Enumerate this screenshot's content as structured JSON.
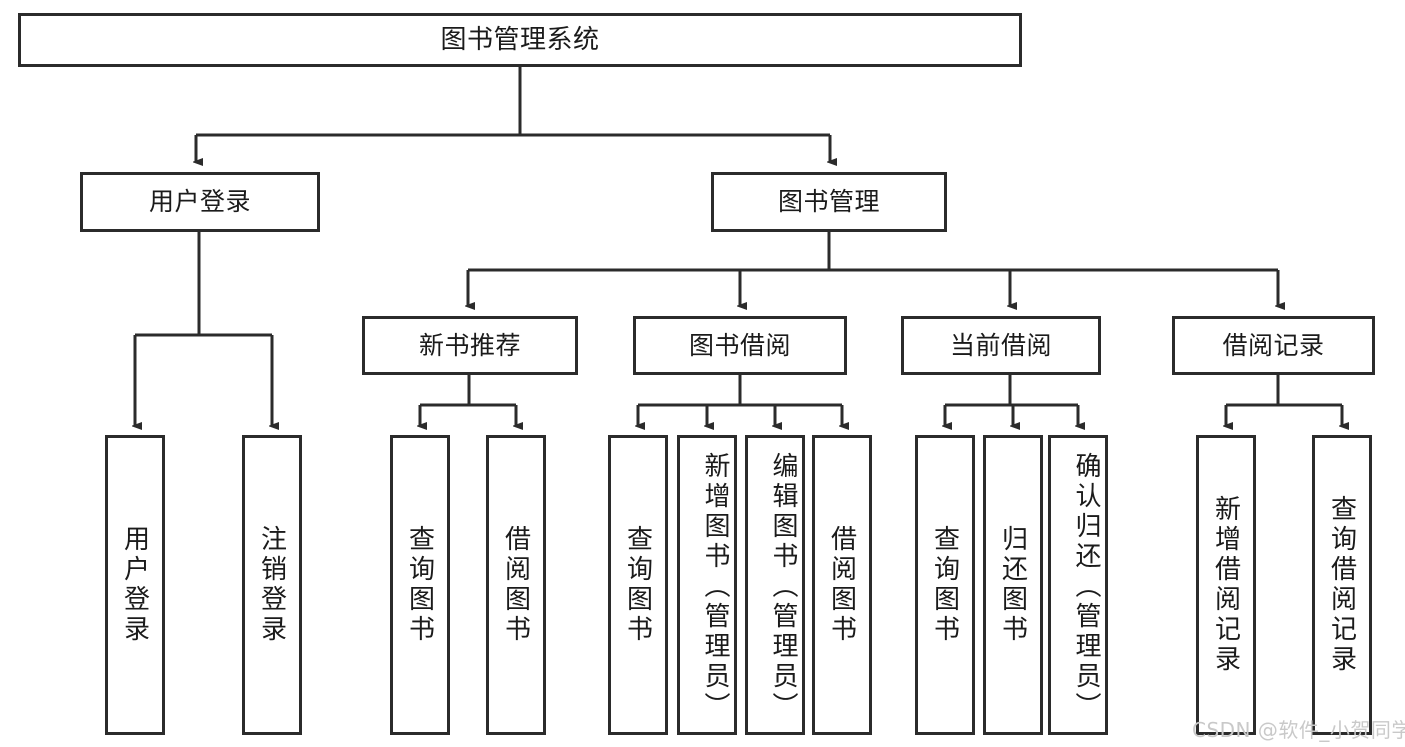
{
  "diagram": {
    "title": "图书管理系统",
    "type": "hierarchy-tree",
    "root": {
      "id": "root",
      "label": "图书管理系统"
    },
    "level2": [
      {
        "id": "user-login",
        "label": "用户登录"
      },
      {
        "id": "book-manage",
        "label": "图书管理"
      }
    ],
    "level3": [
      {
        "id": "new-book-recommend",
        "label": "新书推荐",
        "parent": "book-manage"
      },
      {
        "id": "book-borrow",
        "label": "图书借阅",
        "parent": "book-manage"
      },
      {
        "id": "current-borrow",
        "label": "当前借阅",
        "parent": "book-manage"
      },
      {
        "id": "borrow-record",
        "label": "借阅记录",
        "parent": "book-manage"
      }
    ],
    "leaves": [
      {
        "id": "leaf-user-login",
        "label": "用户登录",
        "parent": "user-login"
      },
      {
        "id": "leaf-user-logout",
        "label": "注销登录",
        "parent": "user-login"
      },
      {
        "id": "leaf-query-book-1",
        "label": "查询图书",
        "parent": "new-book-recommend"
      },
      {
        "id": "leaf-borrow-book-1",
        "label": "借阅图书",
        "parent": "new-book-recommend"
      },
      {
        "id": "leaf-query-book-2",
        "label": "查询图书",
        "parent": "book-borrow"
      },
      {
        "id": "leaf-add-book",
        "label": "新增图书（管理员）",
        "parent": "book-borrow"
      },
      {
        "id": "leaf-edit-book",
        "label": "编辑图书（管理员）",
        "parent": "book-borrow"
      },
      {
        "id": "leaf-borrow-book-2",
        "label": "借阅图书",
        "parent": "book-borrow"
      },
      {
        "id": "leaf-query-book-3",
        "label": "查询图书",
        "parent": "current-borrow"
      },
      {
        "id": "leaf-return-book",
        "label": "归还图书",
        "parent": "current-borrow"
      },
      {
        "id": "leaf-confirm-return",
        "label": "确认归还（管理员）",
        "parent": "current-borrow"
      },
      {
        "id": "leaf-add-record",
        "label": "新增借阅记录",
        "parent": "borrow-record"
      },
      {
        "id": "leaf-query-record",
        "label": "查询借阅记录",
        "parent": "borrow-record"
      }
    ]
  },
  "watermark": {
    "text": "CSDN @软件_小贺同学"
  },
  "colors": {
    "stroke": "#2b2b2b",
    "background": "#ffffff",
    "text": "#1b1b1b",
    "watermark": "#c9c9c9"
  }
}
